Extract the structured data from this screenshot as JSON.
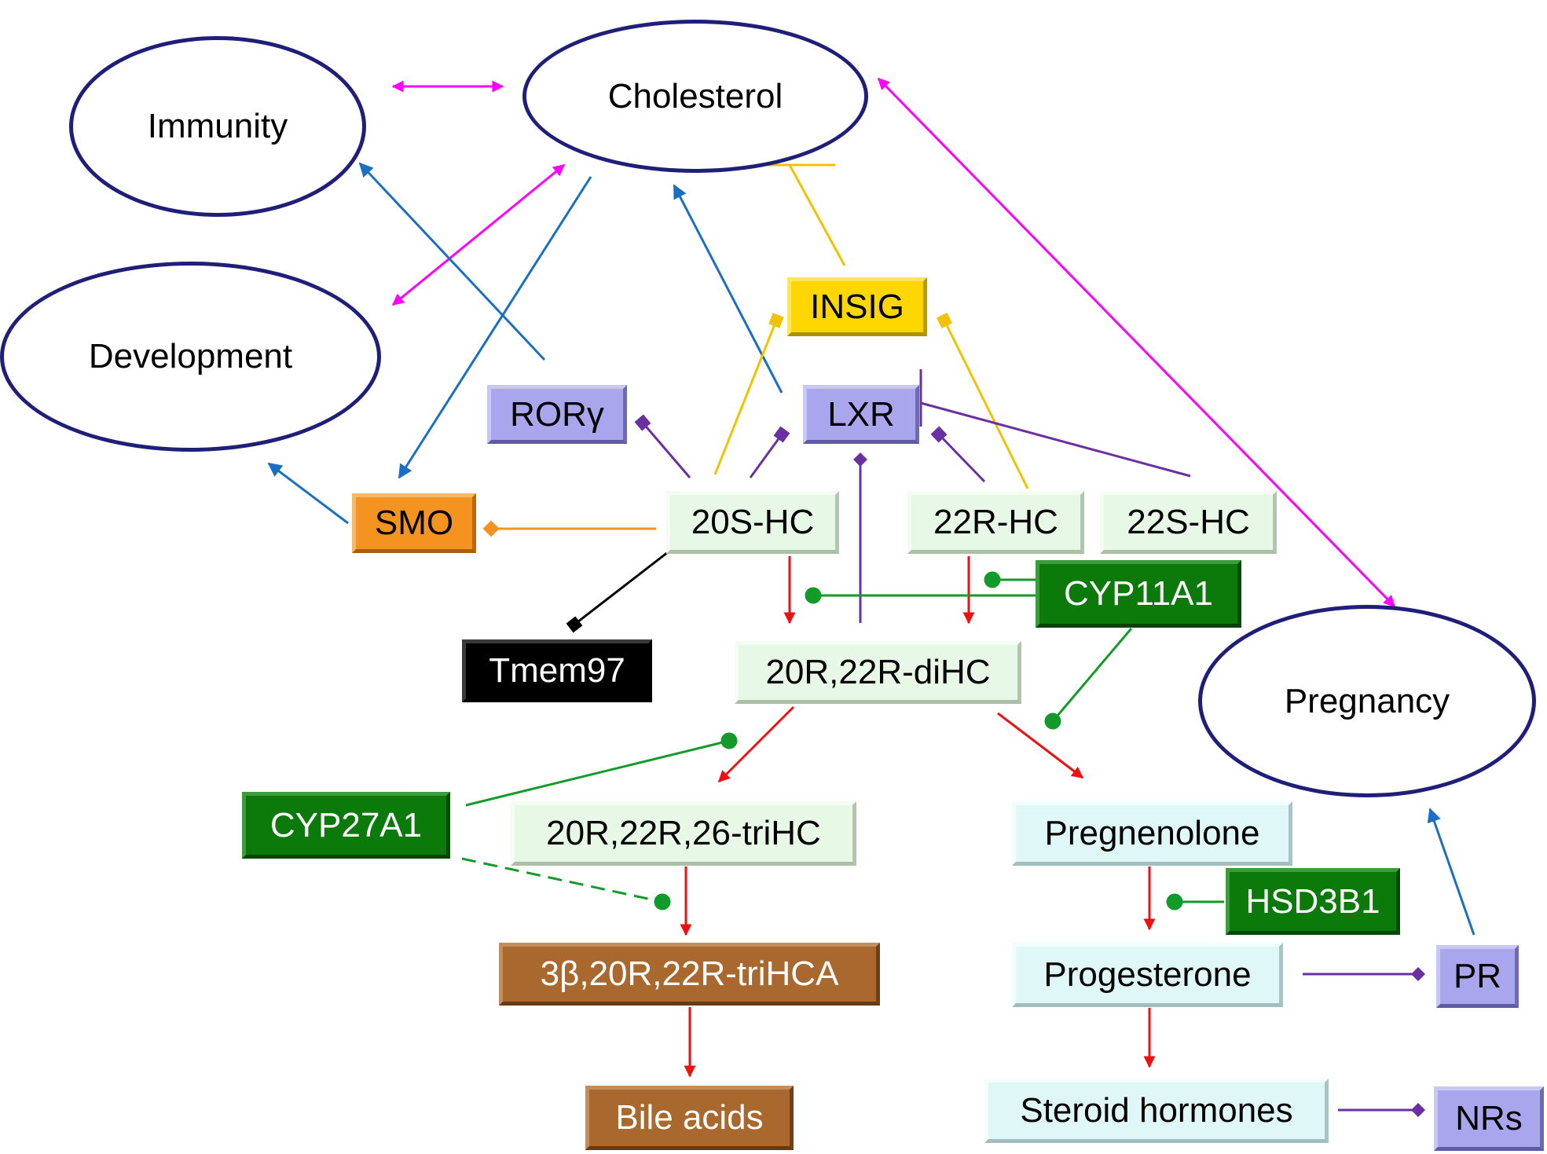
{
  "nodes": {
    "immunity": "Immunity",
    "cholesterol": "Cholesterol",
    "development": "Development",
    "pregnancy": "Pregnancy",
    "insig": "INSIG",
    "ror_gamma": "RORγ",
    "lxr": "LXR",
    "smo": "SMO",
    "hc_20s": "20S-HC",
    "hc_22r": "22R-HC",
    "hc_22s": "22S-HC",
    "cyp11a1": "CYP11A1",
    "tmem97": "Tmem97",
    "dihc": "20R,22R-diHC",
    "cyp27a1": "CYP27A1",
    "trihc": "20R,22R,26-triHC",
    "pregnenolone": "Pregnenolone",
    "hsd3b1": "HSD3B1",
    "trihca": "3β,20R,22R-triHCA",
    "progesterone": "Progesterone",
    "pr": "PR",
    "bile_acids": "Bile acids",
    "steroid_hormones": "Steroid hormones",
    "nrs": "NRs"
  },
  "colors": {
    "magenta": "#ff00ff",
    "blue": "#1a6fc4",
    "yellow": "#f2c200",
    "purple": "#6a2fa0",
    "green": "#129a2a",
    "red": "#ee1111",
    "orange": "#f4931f",
    "black": "#000000"
  }
}
